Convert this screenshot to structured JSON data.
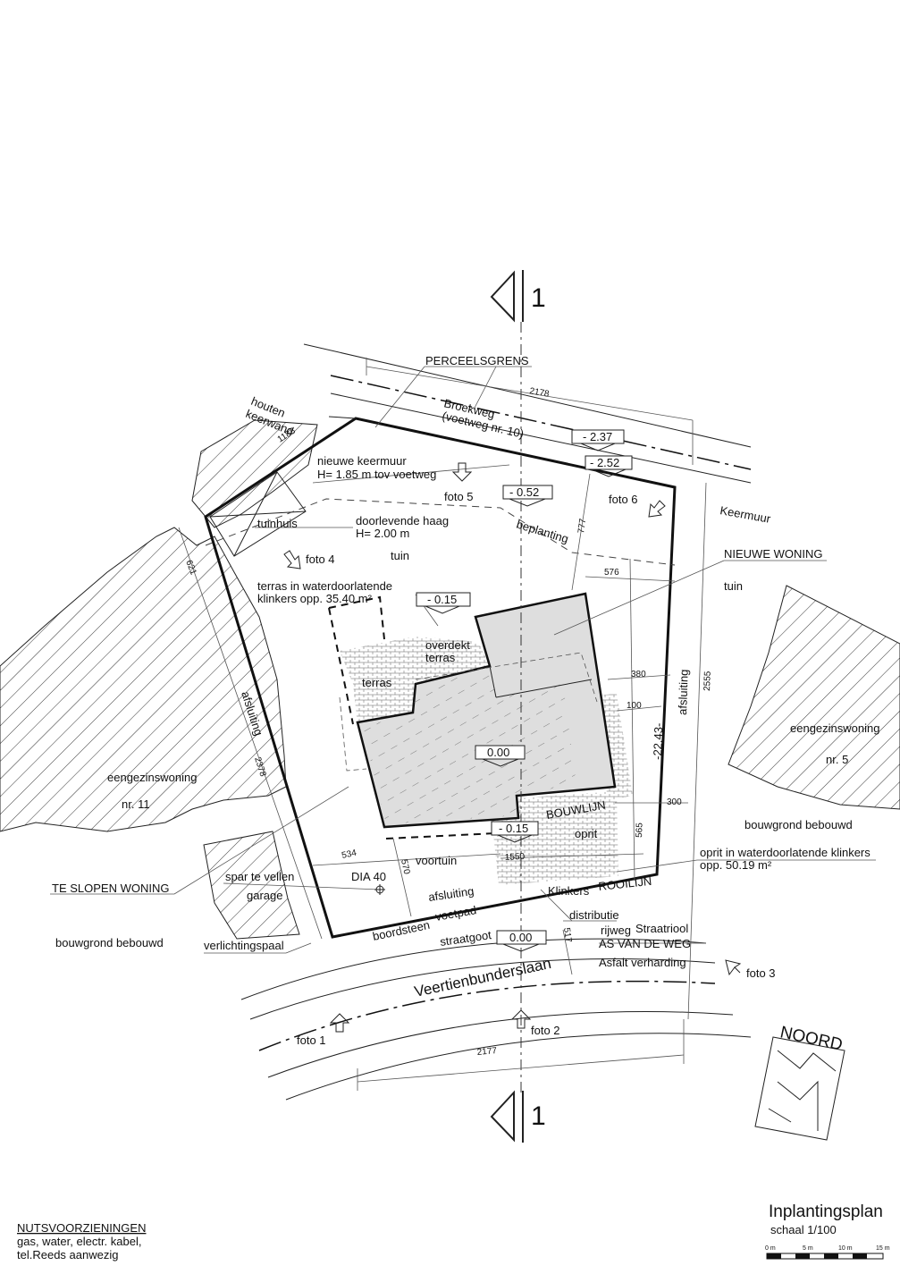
{
  "section_marker": {
    "number": "1"
  },
  "labels": {
    "perceelsgrens": "PERCEELSGRENS",
    "houten": "houten",
    "keerwand": "keerwand",
    "broekweg": "Broekweg",
    "voetweg": "(voetweg nr. 10)",
    "nieuwe_keermuur": "nieuwe keermuur",
    "keermuur_hoogte": "H= 1.85 m tov voetweg",
    "foto5": "foto 5",
    "foto6": "foto 6",
    "foto4": "foto 4",
    "foto1": "foto 1",
    "foto2": "foto 2",
    "foto3": "foto 3",
    "keermuur": "Keermuur",
    "tuinhuis": "tuinhuis",
    "doorlevende_haag": "doorlevende haag",
    "haag_hoogte": "H= 2.00 m",
    "beplanting": "beplanting",
    "tuin_top": "tuin",
    "tuin_right": "tuin",
    "nieuwe_woning": "NIEUWE WONING",
    "terras_klinkers": "terras in waterdoorlatende",
    "terras_opp": "klinkers opp. 35.40 m²",
    "overdekt": "overdekt",
    "terras_covered": "terras",
    "terras": "terras",
    "afsluiting_left": "afsluiting",
    "afsluiting_right": "afsluiting",
    "afsluiting_bottom": "afsluiting",
    "eengezinswoning_left": "eengezinswoning",
    "nr11": "nr. 11",
    "eengezinswoning_right": "eengezinswoning",
    "nr5": "nr. 5",
    "bouwgrond_right": "bouwgrond bebouwd",
    "bouwgrond_left": "bouwgrond bebouwd",
    "bouwlijn": "BOUWLIJN",
    "oprit": "oprit",
    "oprit_klinkers": "oprit in waterdoorlatende klinkers",
    "oprit_opp": "opp. 50.19 m²",
    "voortuin": "voortuin",
    "te_slopen": "TE SLOPEN WONING",
    "spar": "spar te vellen",
    "garage": "garage",
    "dia": "DIA 40",
    "klinkers": "Klinkers",
    "rooilijn": "ROOILIJN",
    "distributie": "distributie",
    "boordsteen": "boordsteen",
    "voetpad": "voetpad",
    "straatgoot": "straatgoot",
    "rijweg": "rijweg",
    "straatriool": "Straatriool",
    "as_van_de_weg": "AS VAN DE WEG",
    "asfalt": "Asfalt verharding",
    "verlichtingspaal": "verlichtingspaal",
    "veertienbunderslaan": "Veertienbunderslaan",
    "noord": "NOORD"
  },
  "levels": {
    "l_237": "- 2.37",
    "l_252": "- 2.52",
    "l_052": "- 0.52",
    "l_015_terras": "- 0.15",
    "l_000_house": "0.00",
    "l_015_oprit": "- 0.15",
    "l_000_road": "0.00"
  },
  "dimensions": {
    "d2178": "2178",
    "d1188": "1188",
    "d777": "777",
    "d576": "576",
    "d621": "621",
    "d380": "380",
    "d100": "100",
    "d2555": "2555",
    "d2243": "-22.43-",
    "d2378": "2378",
    "d300": "300",
    "d565": "565",
    "d534": "534",
    "d570": "570",
    "d1550": "1550",
    "d517": "517",
    "d2177": "2177"
  },
  "title": "Inplantingsplan",
  "utilities": {
    "heading": "NUTSVOORZIENINGEN",
    "line1": "gas, water, electr. kabel,",
    "line2": "tel.Reeds aanwezig"
  },
  "scale": {
    "label": "schaal 1/100",
    "t0": "0 m",
    "t5": "5 m",
    "t10": "10 m",
    "t15": "15 m"
  }
}
